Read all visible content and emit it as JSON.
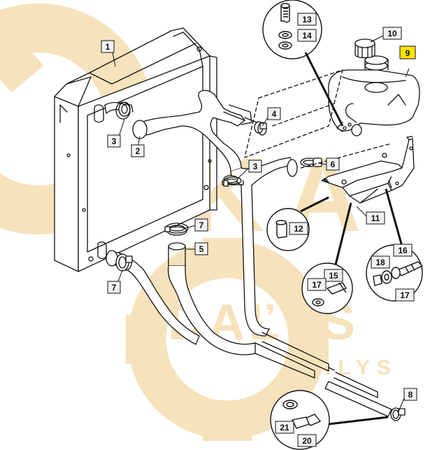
{
  "colors": {
    "watermark": "#f3d9a4",
    "label_fill": "#f2f2f2",
    "highlight_fill": "#ffe300",
    "stroke": "#111111"
  },
  "watermark": {
    "main": "EKA",
    "sub1": "DAĽYS",
    "sub2": "DALYS"
  },
  "callouts": {
    "c1": "1",
    "c2": "2",
    "c3a": "3",
    "c3b": "3",
    "c4": "4",
    "c5": "5",
    "c6": "6",
    "c7a": "7",
    "c7b": "7",
    "c8": "8",
    "c9": "9",
    "c10": "10",
    "c11": "11",
    "c12": "12",
    "c13": "13",
    "c14": "14",
    "c15": "15",
    "c16": "16",
    "c17a": "17",
    "c17b": "17",
    "c18": "18",
    "c20": "20",
    "c21": "21"
  }
}
